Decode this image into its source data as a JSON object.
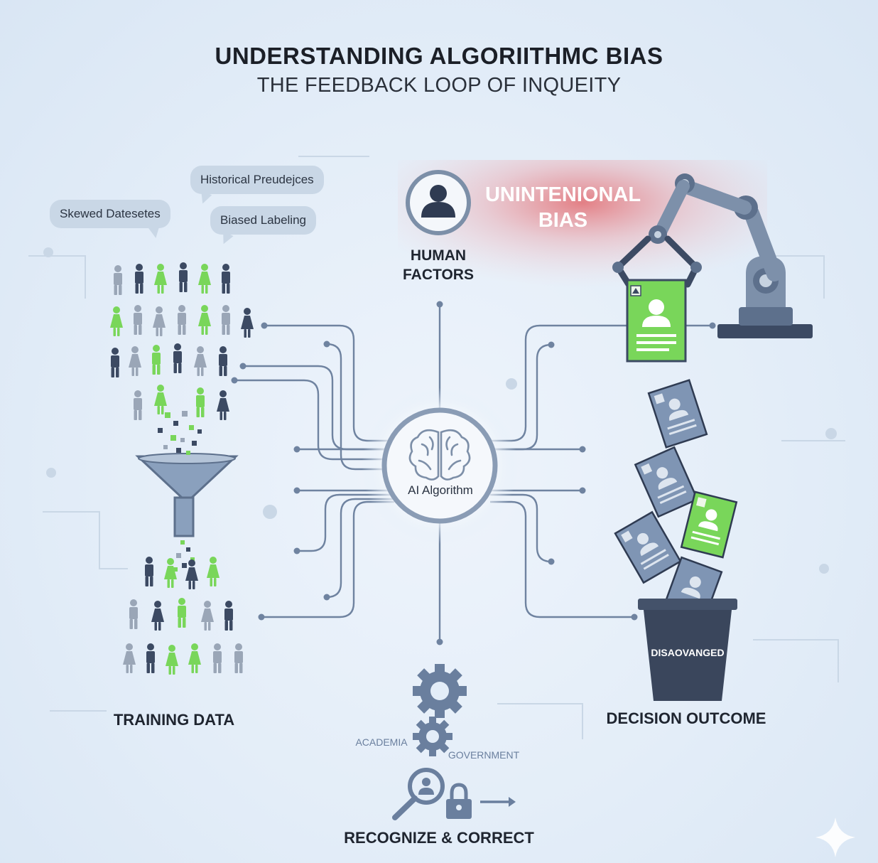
{
  "header": {
    "title": "UNDERSTANDING ALGORIITHMC BIAS",
    "subtitle": "THE FEEDBACK LOOP OF INQUEITY"
  },
  "training": {
    "bubbles": [
      "Skewed Datesetes",
      "Historical Preudejces",
      "Biased Labeling"
    ],
    "label": "TRAINING DATA"
  },
  "human": {
    "label_line1": "HUMAN",
    "label_line2": "FACTORS"
  },
  "bias": {
    "line1": "UNINTENIONAL",
    "line2": "BIAS"
  },
  "algorithm": {
    "label": "AI Algorithm"
  },
  "outcome": {
    "bin_label": "DISAOVANGED",
    "label": "DECISION OUTCOME"
  },
  "correction": {
    "academia": "ACADEMIA",
    "government": "GOVERNMENT",
    "label": "RECOGNIZE & CORRECT"
  },
  "colors": {
    "green": "#79d65a",
    "slate": "#3c4a63",
    "grey": "#9aa6b7",
    "accent_red": "#e25a5e",
    "circuit": "#6f83a0"
  }
}
